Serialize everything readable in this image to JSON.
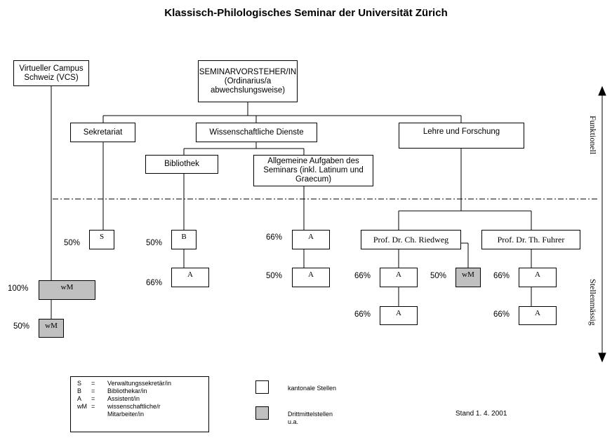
{
  "title": "Klassisch-Philologisches Seminar der Universität Zürich",
  "boxes": {
    "vcs": "Virtueller Campus Schweiz (VCS)",
    "head": "SEMINARVORSTEHER/IN (Ordinarius/a abwechslungsweise)",
    "sekretariat": "Sekretariat",
    "wiss": "Wissenschaftliche Dienste",
    "lehre": "Lehre und Forschung",
    "bibliothek": "Bibliothek",
    "allgemein": "Allgemeine Aufgaben des Seminars (inkl. Latinum und Graecum)",
    "riedweg": "Prof. Dr. Ch. Riedweg",
    "fuhrer": "Prof. Dr. Th. Fuhrer"
  },
  "positions": [
    {
      "id": "sek-s",
      "code": "S",
      "pct": "50%",
      "type": "kantonal"
    },
    {
      "id": "bib-b",
      "code": "B",
      "pct": "50%",
      "type": "kantonal"
    },
    {
      "id": "bib-a",
      "code": "A",
      "pct": "66%",
      "type": "kantonal"
    },
    {
      "id": "allg-a1",
      "code": "A",
      "pct": "66%",
      "type": "kantonal"
    },
    {
      "id": "allg-a2",
      "code": "A",
      "pct": "50%",
      "type": "kantonal"
    },
    {
      "id": "ried-a1",
      "code": "A",
      "pct": "66%",
      "type": "kantonal"
    },
    {
      "id": "ried-a2",
      "code": "A",
      "pct": "66%",
      "type": "kantonal"
    },
    {
      "id": "ried-wm",
      "code": "wM",
      "pct": "50%",
      "type": "drittmittel"
    },
    {
      "id": "fuhr-a1",
      "code": "A",
      "pct": "66%",
      "type": "kantonal"
    },
    {
      "id": "fuhr-a2",
      "code": "A",
      "pct": "66%",
      "type": "kantonal"
    },
    {
      "id": "vcs-wm1",
      "code": "wM",
      "pct": "100%",
      "type": "drittmittel"
    },
    {
      "id": "vcs-wm2",
      "code": "wM",
      "pct": "50%",
      "type": "drittmittel"
    }
  ],
  "axis": {
    "top": "Funktionell",
    "bottom": "Stellenmässig"
  },
  "legend": {
    "abbr": [
      {
        "k": "S",
        "eq": "=",
        "v": "Verwaltungssekretär/in"
      },
      {
        "k": "B",
        "eq": "=",
        "v": "Bibliothekar/in"
      },
      {
        "k": "A",
        "eq": "=",
        "v": "Assistent/in"
      },
      {
        "k": "wM",
        "eq": "=",
        "v": "wissenschaftliche/r Mitarbeiter/in"
      }
    ],
    "kantonal": "kantonale Stellen",
    "drittmittel": "Drittmittelstellen u.a.",
    "stand": "Stand 1. 4. 2001"
  },
  "colors": {
    "drittmittel": "#c0c0c0",
    "kantonal": "#ffffff"
  }
}
